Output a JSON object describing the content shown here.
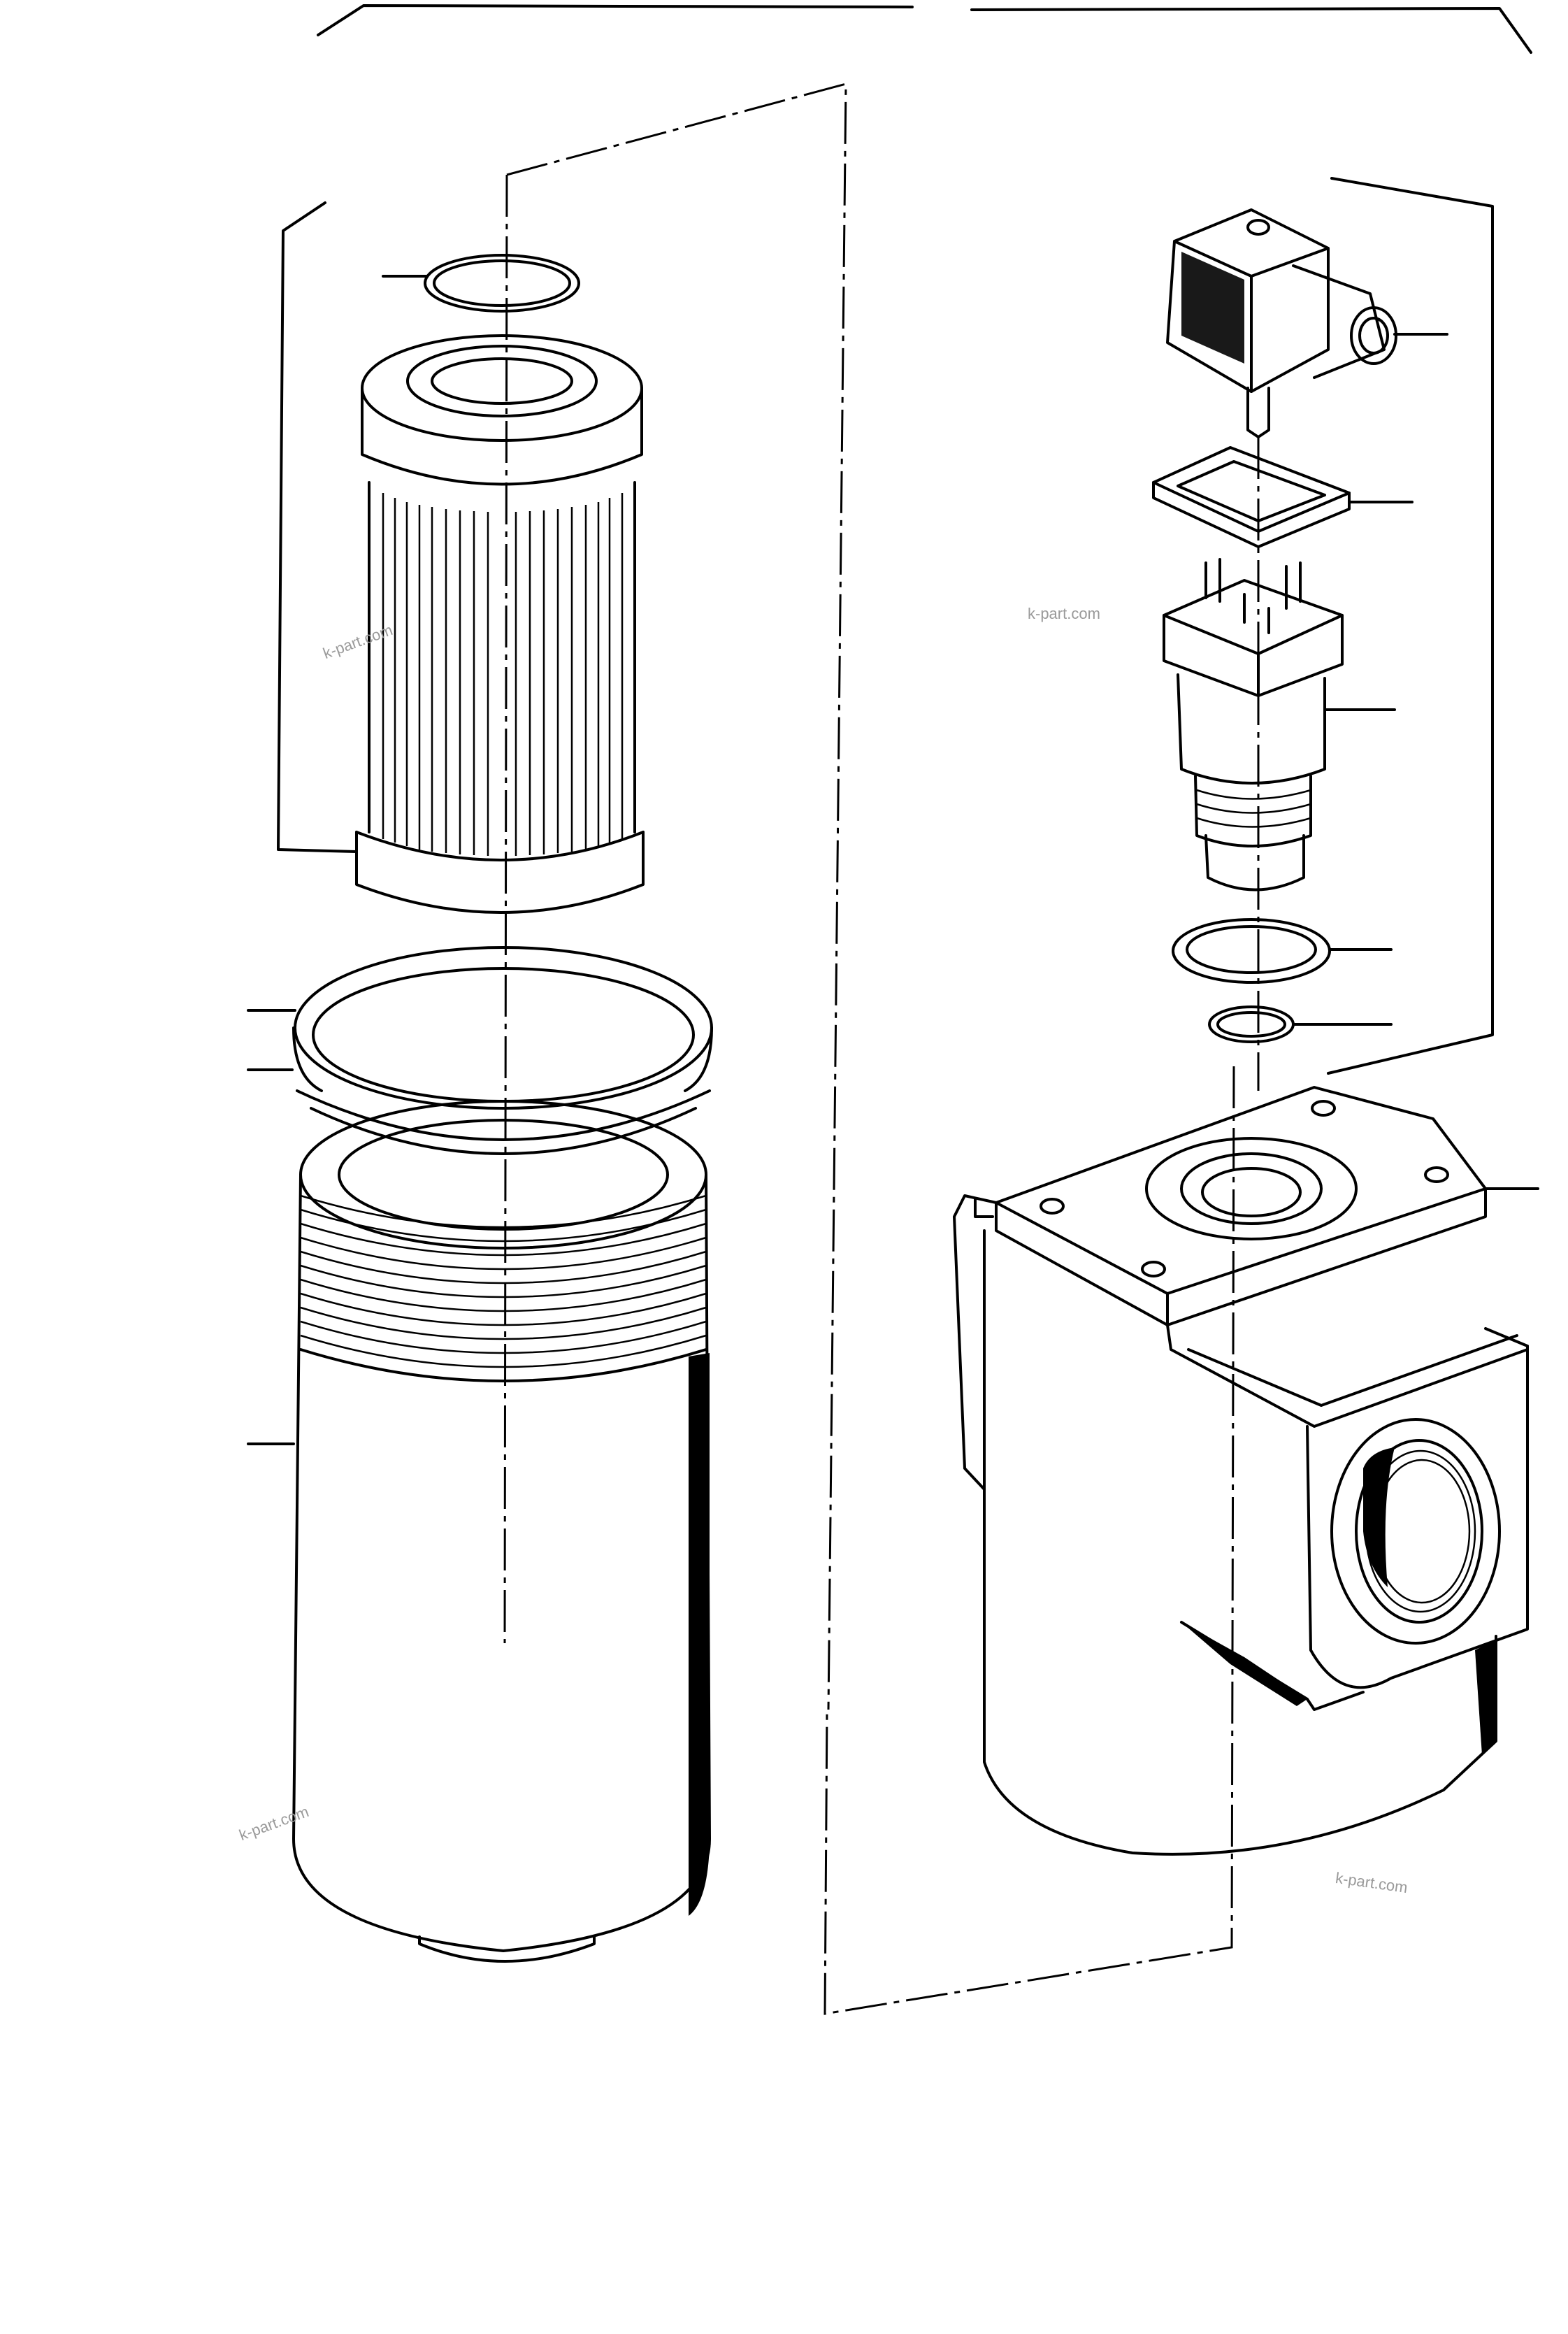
{
  "watermark": "k-part.com",
  "colors": {
    "line": "#000000",
    "background": "#ffffff",
    "watermark": "#9a9a9a"
  },
  "parts": [
    "o-ring-top",
    "filter-element",
    "bowl-seal-ring",
    "bowl-backup-ring",
    "filter-bowl",
    "connector-plug",
    "connector-gasket",
    "clogging-indicator-switch",
    "indicator-seal-ring",
    "indicator-o-ring",
    "filter-head"
  ]
}
